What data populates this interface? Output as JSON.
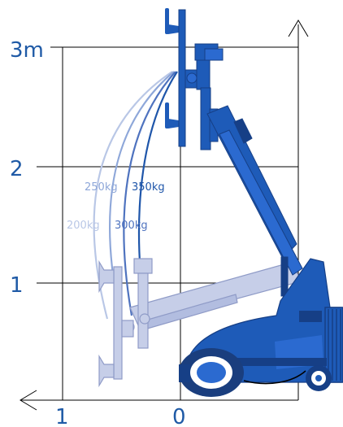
{
  "diagram": {
    "height_axis": {
      "labels": [
        "3m",
        "2",
        "1"
      ]
    },
    "horizontal_axis": {
      "labels": [
        "1",
        "0"
      ]
    },
    "load_arcs": [
      {
        "label": "200kg",
        "color": "#b9c7e6"
      },
      {
        "label": "250kg",
        "color": "#8ea7d9"
      },
      {
        "label": "300kg",
        "color": "#4f73bf"
      },
      {
        "label": "350kg",
        "color": "#1f56aa"
      }
    ],
    "colors": {
      "machine": "#1e5bb8",
      "machine_dark": "#163f86",
      "ghost": "#c6cee8",
      "grid": "#000000",
      "axis_text": "#1f5aa6"
    }
  }
}
